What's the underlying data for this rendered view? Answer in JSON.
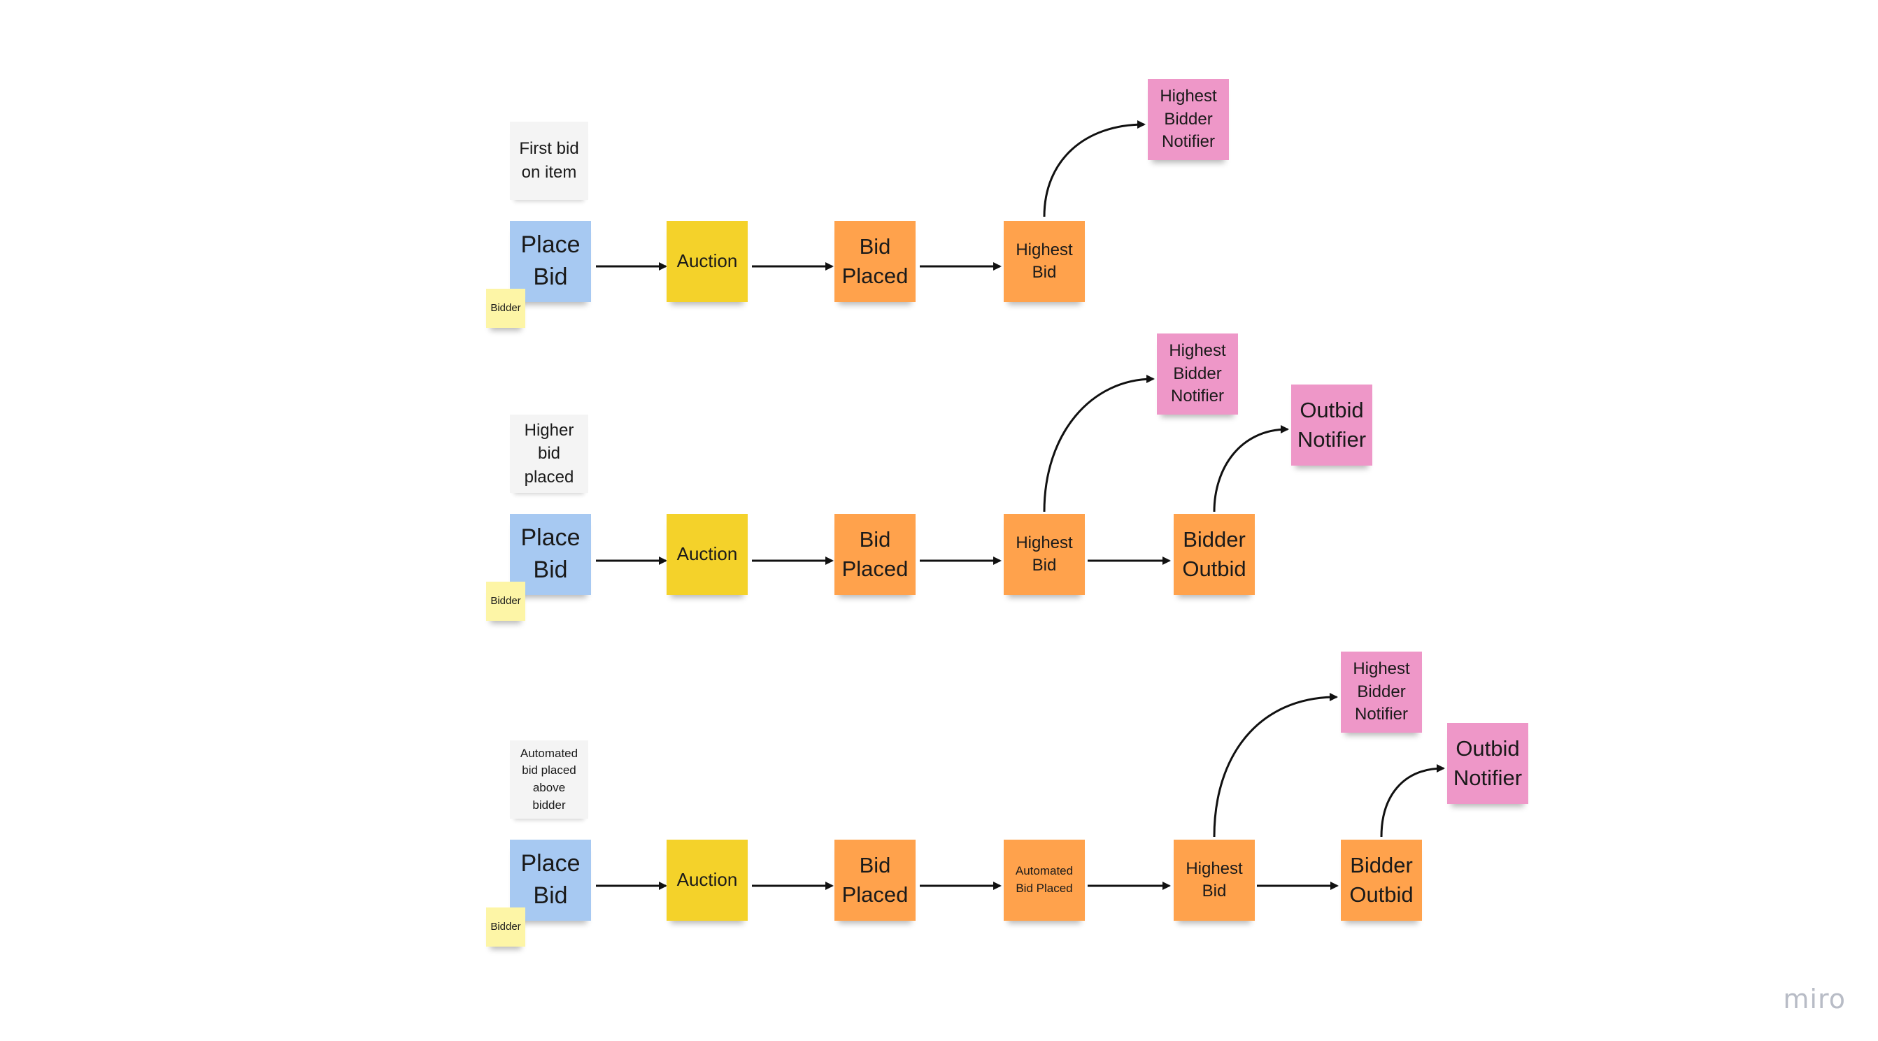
{
  "rows": [
    {
      "note": "First bid\non item",
      "place_bid": "Place\nBid",
      "actor": "Bidder",
      "aggregate": "Auction",
      "events": [
        "Bid\nPlaced",
        "Highest\nBid"
      ],
      "notifiers": [
        "Highest\nBidder\nNotifier"
      ]
    },
    {
      "note": "Higher\nbid\nplaced",
      "place_bid": "Place\nBid",
      "actor": "Bidder",
      "aggregate": "Auction",
      "events": [
        "Bid\nPlaced",
        "Highest\nBid",
        "Bidder\nOutbid"
      ],
      "notifiers": [
        "Highest\nBidder\nNotifier",
        "Outbid\nNotifier"
      ]
    },
    {
      "note": "Automated\nbid placed\nabove\nbidder",
      "place_bid": "Place\nBid",
      "actor": "Bidder",
      "aggregate": "Auction",
      "events": [
        "Bid\nPlaced",
        "Automated\nBid Placed",
        "Highest\nBid",
        "Bidder\nOutbid"
      ],
      "notifiers": [
        "Highest\nBidder\nNotifier",
        "Outbid\nNotifier"
      ]
    }
  ],
  "colors": {
    "command": "#a7c9f2",
    "actor": "#fdf5a6",
    "aggregate": "#f4d22a",
    "event": "#ffa24c",
    "policy": "#ee97c8",
    "note": "#f4f4f4"
  },
  "watermark": "miro"
}
